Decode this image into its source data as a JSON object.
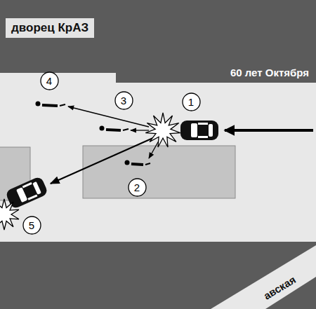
{
  "diagram": {
    "nodes": [
      {
        "text": [
          "дворец КрАЗ"
        ]
      },
      {
        "text": [
          "1"
        ]
      },
      {
        "text": [
          "2"
        ]
      },
      {
        "text": [
          "3"
        ]
      },
      {
        "text": [
          "4"
        ]
      },
      {
        "text": [
          "5"
        ]
      }
    ],
    "labels": [
      "60 лет Октября",
      "авская"
    ]
  }
}
